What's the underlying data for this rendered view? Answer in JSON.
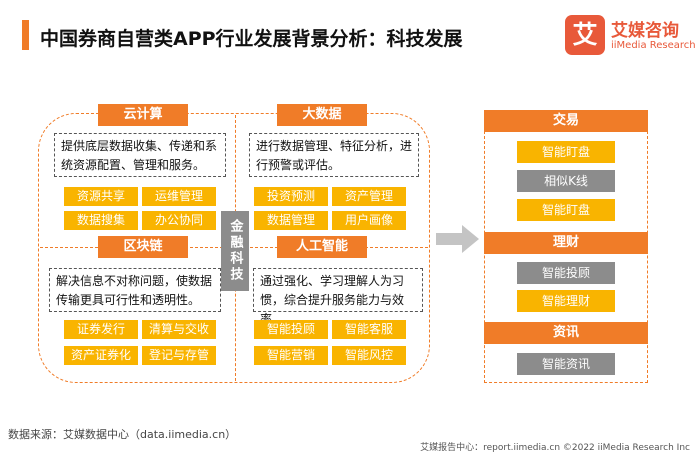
{
  "title": "中国券商自营类APP行业发展背景分析：科技发展",
  "logo": {
    "mark": "艾",
    "name_cn": "艾媒咨询",
    "name_en": "iiMedia Research"
  },
  "center_label": "金融科技",
  "quadrants": {
    "cloud": {
      "header": "云计算",
      "description": "提供底层数据收集、传递和系统资源配置、管理和服务。",
      "tags": [
        "资源共享",
        "运维管理",
        "数据搜集",
        "办公协同"
      ]
    },
    "bigdata": {
      "header": "大数据",
      "description": "进行数据管理、特征分析，进行预警或评估。",
      "tags": [
        "投资预测",
        "资产管理",
        "数据管理",
        "用户画像"
      ]
    },
    "blockchain": {
      "header": "区块链",
      "description": "解决信息不对称问题，使数据传输更具可行性和透明性。",
      "tags": [
        "证券发行",
        "清算与交收",
        "资产证券化",
        "登记与存管"
      ]
    },
    "ai": {
      "header": "人工智能",
      "description": "通过强化、学习理解人为习惯，综合提升服务能力与效率。",
      "tags": [
        "智能投顾",
        "智能客服",
        "智能营销",
        "智能风控"
      ]
    }
  },
  "right_panel": {
    "sections": [
      {
        "header": "交易",
        "items": [
          "智能盯盘",
          "相似K线",
          "智能盯盘"
        ]
      },
      {
        "header": "理财",
        "items": [
          "智能投顾",
          "智能理财"
        ]
      },
      {
        "header": "资讯",
        "items": [
          "智能资讯"
        ]
      }
    ]
  },
  "colors": {
    "accent": "#f07c28",
    "tag_yellow": "#f9b400",
    "tag_gray": "#8c8c8c",
    "logo_red": "#e8593a"
  },
  "footer": {
    "source": "数据来源：艾媒数据中心（data.iimedia.cn）",
    "right": "艾媒报告中心：report.iimedia.cn  ©2022  iiMedia Research  Inc"
  }
}
